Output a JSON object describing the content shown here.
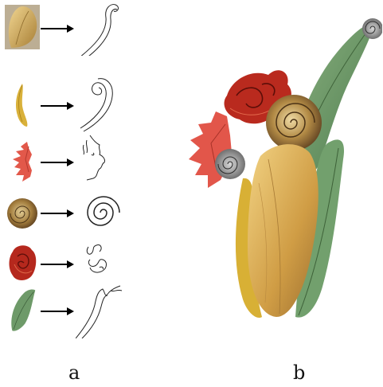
{
  "captions": {
    "left": "a",
    "right": "b"
  },
  "pieces": [
    {
      "name": "leaf-piece",
      "color": "#c8a65c"
    },
    {
      "name": "yellow-petal-piece",
      "color": "#d8b33a"
    },
    {
      "name": "red-flower-piece",
      "color": "#e0584b"
    },
    {
      "name": "snail-shell-piece",
      "color": "#8a6a3c"
    },
    {
      "name": "red-rose-piece",
      "color": "#b8291f"
    },
    {
      "name": "green-leaf-piece",
      "color": "#6f9d6b"
    }
  ]
}
